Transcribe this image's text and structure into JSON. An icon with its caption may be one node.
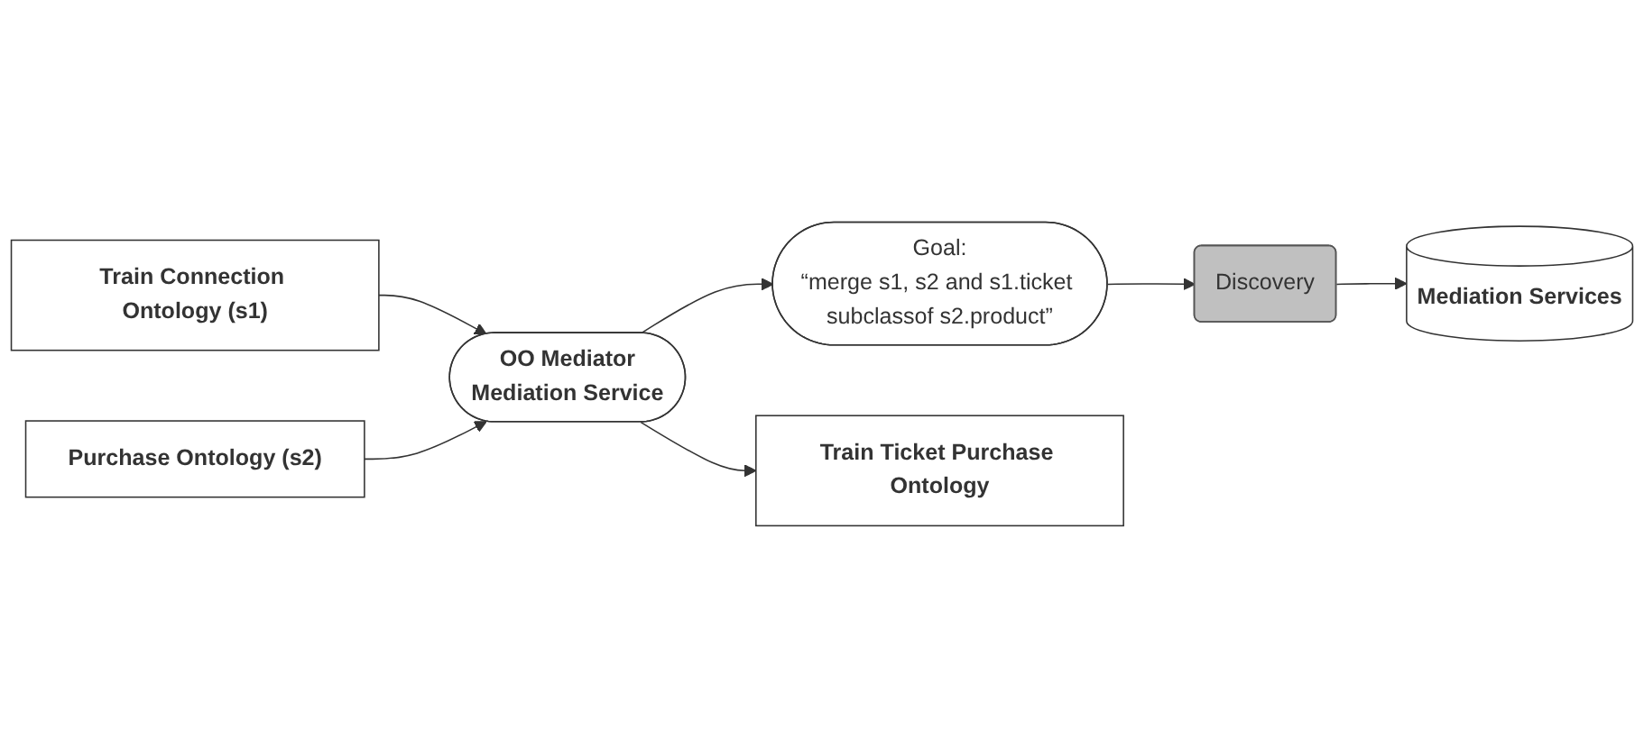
{
  "diagram": {
    "nodes": [
      {
        "text": [
          "Train Connection Ontology (s1)"
        ]
      },
      {
        "text": [
          "Purchase Ontology (s2)"
        ]
      },
      {
        "text": [
          "OO Mediator",
          "Mediation Service"
        ]
      },
      {
        "text": [
          "Goal:",
          "“merge s1, s2 and s1.ticket subclassof s2.product”"
        ]
      },
      {
        "text": [
          "Train Ticket Purchase Ontology"
        ]
      },
      {
        "text": [
          "Discovery"
        ]
      },
      {
        "text": [
          "Mediation Services"
        ]
      }
    ],
    "edges": [
      {
        "from": 0,
        "to": 2,
        "arrow": "to"
      },
      {
        "from": 1,
        "to": 2,
        "arrow": "to"
      },
      {
        "from": 2,
        "to": 4,
        "arrow": "to"
      },
      {
        "from": 2,
        "to": 3,
        "arrow": "to"
      },
      {
        "from": 3,
        "to": 5,
        "arrow": "to"
      },
      {
        "from": 5,
        "to": 6,
        "arrow": "to"
      }
    ]
  }
}
